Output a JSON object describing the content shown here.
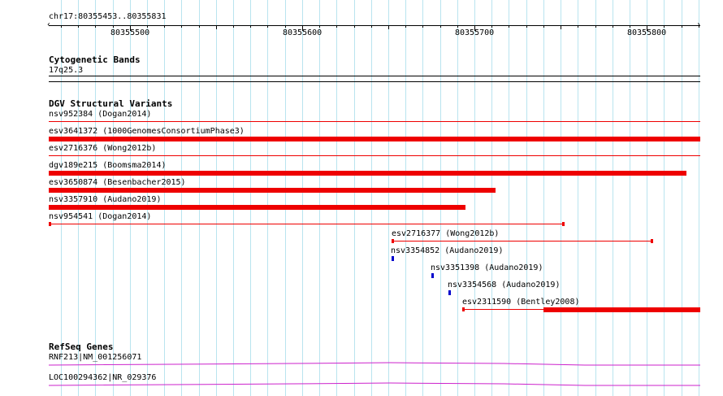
{
  "ruler": {
    "location": "chr17:80355453..80355831",
    "start": 80355453,
    "end": 80355831,
    "tick_labels": [
      "80355500",
      "80355600",
      "80355700",
      "80355800"
    ],
    "tick_values": [
      80355500,
      80355600,
      80355700,
      80355800
    ]
  },
  "tracks": {
    "cytoband": {
      "title": "Cytogenetic Bands",
      "band": "17q25.3"
    },
    "dgv": {
      "title": "DGV Structural Variants",
      "features": [
        {
          "label": "nsv952384 (Dogan2014)",
          "start": 80355453,
          "end": 80355831,
          "style": "thin",
          "color": "#ee0000"
        },
        {
          "label": "esv3641372 (1000GenomesConsortiumPhase3)",
          "start": 80355453,
          "end": 80355831,
          "style": "thick",
          "color": "#ee0000"
        },
        {
          "label": "esv2716376 (Wong2012b)",
          "start": 80355453,
          "end": 80355831,
          "style": "thin",
          "color": "#ee0000"
        },
        {
          "label": "dgv189e215 (Boomsma2014)",
          "start": 80355453,
          "end": 80355823,
          "style": "thick",
          "color": "#ee0000"
        },
        {
          "label": "esv3650874 (Besenbacher2015)",
          "start": 80355453,
          "end": 80355712,
          "style": "thick",
          "color": "#ee0000"
        },
        {
          "label": "nsv3357910 (Audano2019)",
          "start": 80355453,
          "end": 80355695,
          "style": "thick",
          "color": "#ee0000"
        },
        {
          "label": "nsv954541 (Dogan2014)",
          "start": 80355453,
          "end": 80355752,
          "style": "thin-cap",
          "color": "#ee0000"
        },
        {
          "label": "esv2716377 (Wong2012b)",
          "start": 80355652,
          "end": 80355803,
          "style": "thin-cap",
          "color": "#ee0000"
        },
        {
          "label": "nsv3354852 (Audano2019)",
          "start": 80355652,
          "end": 80355653,
          "style": "point",
          "color": "#0000cc"
        },
        {
          "label": "nsv3351398 (Audano2019)",
          "start": 80355675,
          "end": 80355676,
          "style": "point",
          "color": "#0000cc"
        },
        {
          "label": "nsv3354568 (Audano2019)",
          "start": 80355685,
          "end": 80355686,
          "style": "point",
          "color": "#0000cc"
        },
        {
          "label": "esv2311590 (Bentley2008)",
          "start": 80355693,
          "end": 80355831,
          "style": "split",
          "split_at": 80355740,
          "color": "#ee0000"
        }
      ]
    },
    "refseq": {
      "title": "RefSeq Genes",
      "genes": [
        {
          "label": "RNF213|NM_001256071",
          "color": "#cc22cc"
        },
        {
          "label": "LOC100294362|NR_029376",
          "color": "#cc22cc"
        }
      ]
    }
  }
}
